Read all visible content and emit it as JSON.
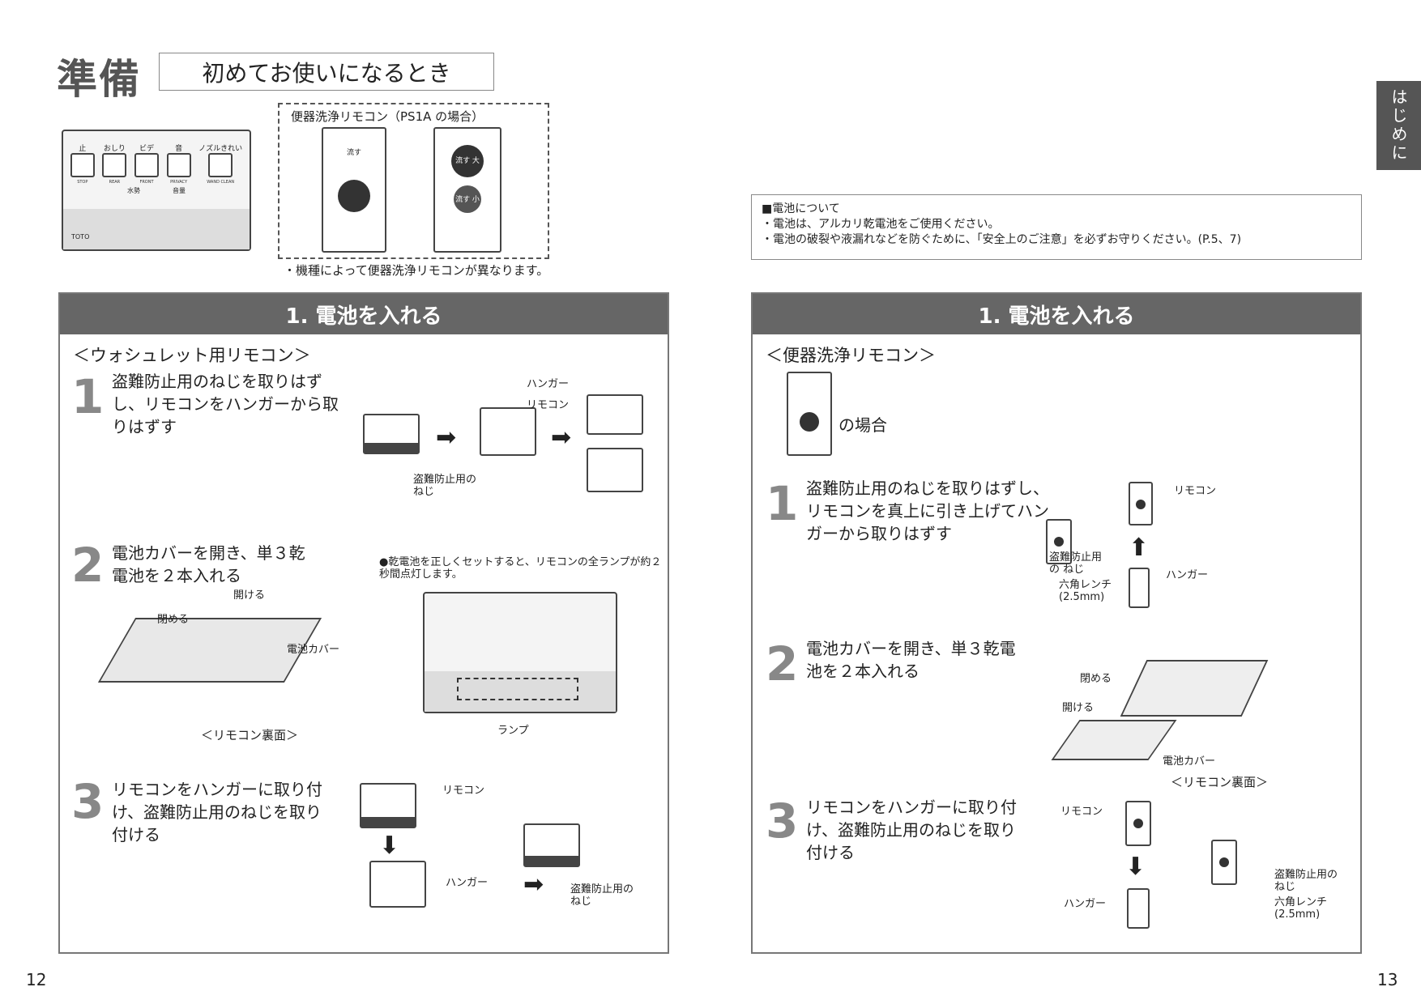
{
  "header": {
    "title": "準備",
    "subtitle": "初めてお使いになるとき",
    "side_tab": "はじめに"
  },
  "intro": {
    "flush_remote_label": "便器洗浄リモコン（PS1A の場合）",
    "note": "・機種によって便器洗浄リモコンが異なります。",
    "panel_buttons": [
      "止",
      "おしり",
      "ビデ",
      "音",
      "ノズルきれい"
    ],
    "panel_sub": [
      "STOP",
      "REAR",
      "FRONT",
      "PRIVACY",
      "WAND CLEAN"
    ],
    "pressure": "水勢",
    "volume": "音量",
    "brand": "TOTO",
    "flush": "流す",
    "flush_big": "流す 大",
    "flush_small": "流す 小"
  },
  "info": {
    "heading": "■電池について",
    "items": [
      "・電池は、アルカリ乾電池をご使用ください。",
      "・電池の破裂や液漏れなどを防ぐために、「安全上のご注意」を必ずお守りください。(P.5、7)"
    ]
  },
  "left": {
    "header": "1. 電池を入れる",
    "section": "＜ウォシュレット用リモコン＞",
    "steps": [
      {
        "n": "1",
        "text": "盗難防止用のねじを取りはずし、リモコンをハンガーから取りはずす"
      },
      {
        "n": "2",
        "text": "電池カバーを開き、単３乾電池を２本入れる"
      },
      {
        "n": "3",
        "text": "リモコンをハンガーに取り付け、盗難防止用のねじを取り付ける"
      }
    ],
    "labels": {
      "hanger": "ハンガー",
      "remote": "リモコン",
      "screw": "盗難防止用の ねじ",
      "open": "開ける",
      "close": "閉める",
      "cover": "電池カバー",
      "back": "＜リモコン裏面＞",
      "lamp": "ランプ",
      "note": "●乾電池を正しくセットすると、リモコンの全ランプが約２秒間点灯します。"
    }
  },
  "right": {
    "header": "1. 電池を入れる",
    "section": "＜便器洗浄リモコン＞",
    "case": "の場合",
    "steps": [
      {
        "n": "1",
        "text": "盗難防止用のねじを取りはずし、リモコンを真上に引き上げてハンガーから取りはずす"
      },
      {
        "n": "2",
        "text": "電池カバーを開き、単３乾電池を２本入れる"
      },
      {
        "n": "3",
        "text": "リモコンをハンガーに取り付け、盗難防止用のねじを取り付ける"
      }
    ],
    "labels": {
      "remote": "リモコン",
      "hanger": "ハンガー",
      "screw": "盗難防止用の ねじ",
      "wrench": "六角レンチ (2.5mm)",
      "open": "開ける",
      "close": "閉める",
      "cover": "電池カバー",
      "back": "＜リモコン裏面＞"
    }
  },
  "pages": {
    "left": "12",
    "right": "13"
  }
}
